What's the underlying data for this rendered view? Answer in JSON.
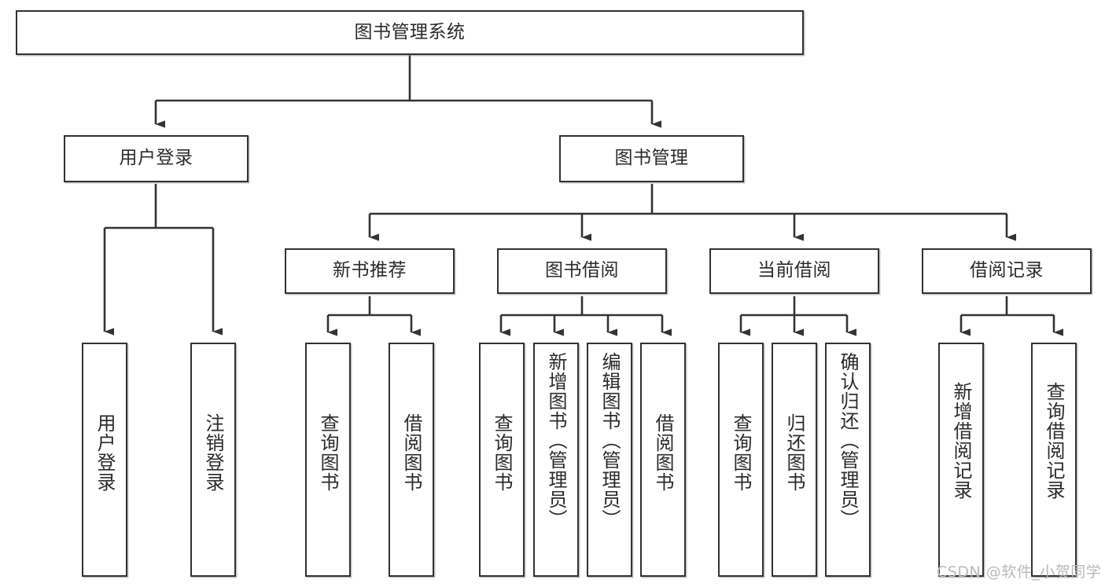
{
  "diagram": {
    "type": "tree-hierarchy",
    "title": "图书管理系统",
    "watermark": "CSDN @软件_小贺同学",
    "colors": {
      "box_border": "#32322f",
      "box_fill": "#ffffff",
      "connector": "#333333",
      "text": "#2b2b2b",
      "watermark": "#b9b9b9"
    },
    "nodes": {
      "root": {
        "label": "图书管理系统"
      },
      "level2": [
        {
          "label": "用户登录"
        },
        {
          "label": "图书管理"
        }
      ],
      "level3": [
        {
          "label": "新书推荐"
        },
        {
          "label": "图书借阅"
        },
        {
          "label": "当前借阅"
        },
        {
          "label": "借阅记录"
        }
      ],
      "leaves": {
        "user_login": [
          {
            "label": "用户登录"
          },
          {
            "label": "注销登录"
          }
        ],
        "new_book": [
          {
            "label": "查询图书"
          },
          {
            "label": "借阅图书"
          }
        ],
        "book_borrow": [
          {
            "label": "查询图书"
          },
          {
            "label": "新增图书（管理员）"
          },
          {
            "label": "编辑图书（管理员）"
          },
          {
            "label": "借阅图书"
          }
        ],
        "current_borrow": [
          {
            "label": "查询图书"
          },
          {
            "label": "归还图书"
          },
          {
            "label": "确认归还（管理员）"
          }
        ],
        "borrow_record": [
          {
            "label": "新增借阅记录"
          },
          {
            "label": "查询借阅记录"
          }
        ]
      }
    }
  }
}
